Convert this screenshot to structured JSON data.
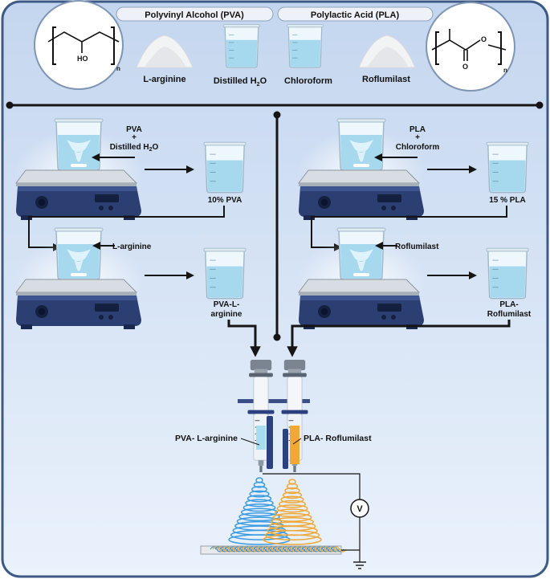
{
  "header": {
    "pva_title": "Polyvinyl Alcohol (PVA)",
    "pla_title": "Polylactic Acid (PLA)",
    "pva_structure": {
      "group": "HO",
      "subscript": "n"
    },
    "pla_structure": {
      "atom": "O",
      "subscript": "n"
    },
    "materials": {
      "larginine": "L-arginine",
      "water": "Distilled H",
      "water_sub": "2",
      "water_tail": "O",
      "chloroform": "Chloroform",
      "roflumilast": "Roflumilast"
    }
  },
  "left_branch": {
    "step1_plus": "+",
    "step1_label_a": "PVA",
    "step1_label_b": "Distilled H",
    "step1_label_b_sub": "2",
    "step1_label_b_tail": "O",
    "beaker1_label": "10% PVA",
    "step2_label": "L-arginine",
    "beaker2_label_a": "PVA-L-",
    "beaker2_label_b": "arginine"
  },
  "right_branch": {
    "step1_plus": "+",
    "step1_label_a": "PLA",
    "step1_label_b": "Chloroform",
    "beaker1_label": "15 % PLA",
    "step2_label": "Roflumilast",
    "beaker2_label_a": "PLA-",
    "beaker2_label_b": "Roflumilast"
  },
  "electrospinning": {
    "left_syringe_label": "PVA- L-arginine",
    "right_syringe_label": "PLA- Roflumilast",
    "voltmeter_symbol": "V"
  },
  "colors": {
    "frame": "#3d5a87",
    "background_top": "#c6d7ef",
    "background_bottom": "#e9f1fb",
    "water": "#a8dcef",
    "stirrer_base": "#2b3f73",
    "pva_fiber": "#3b9be0",
    "pla_fiber": "#f0a836",
    "line": "#151515"
  }
}
